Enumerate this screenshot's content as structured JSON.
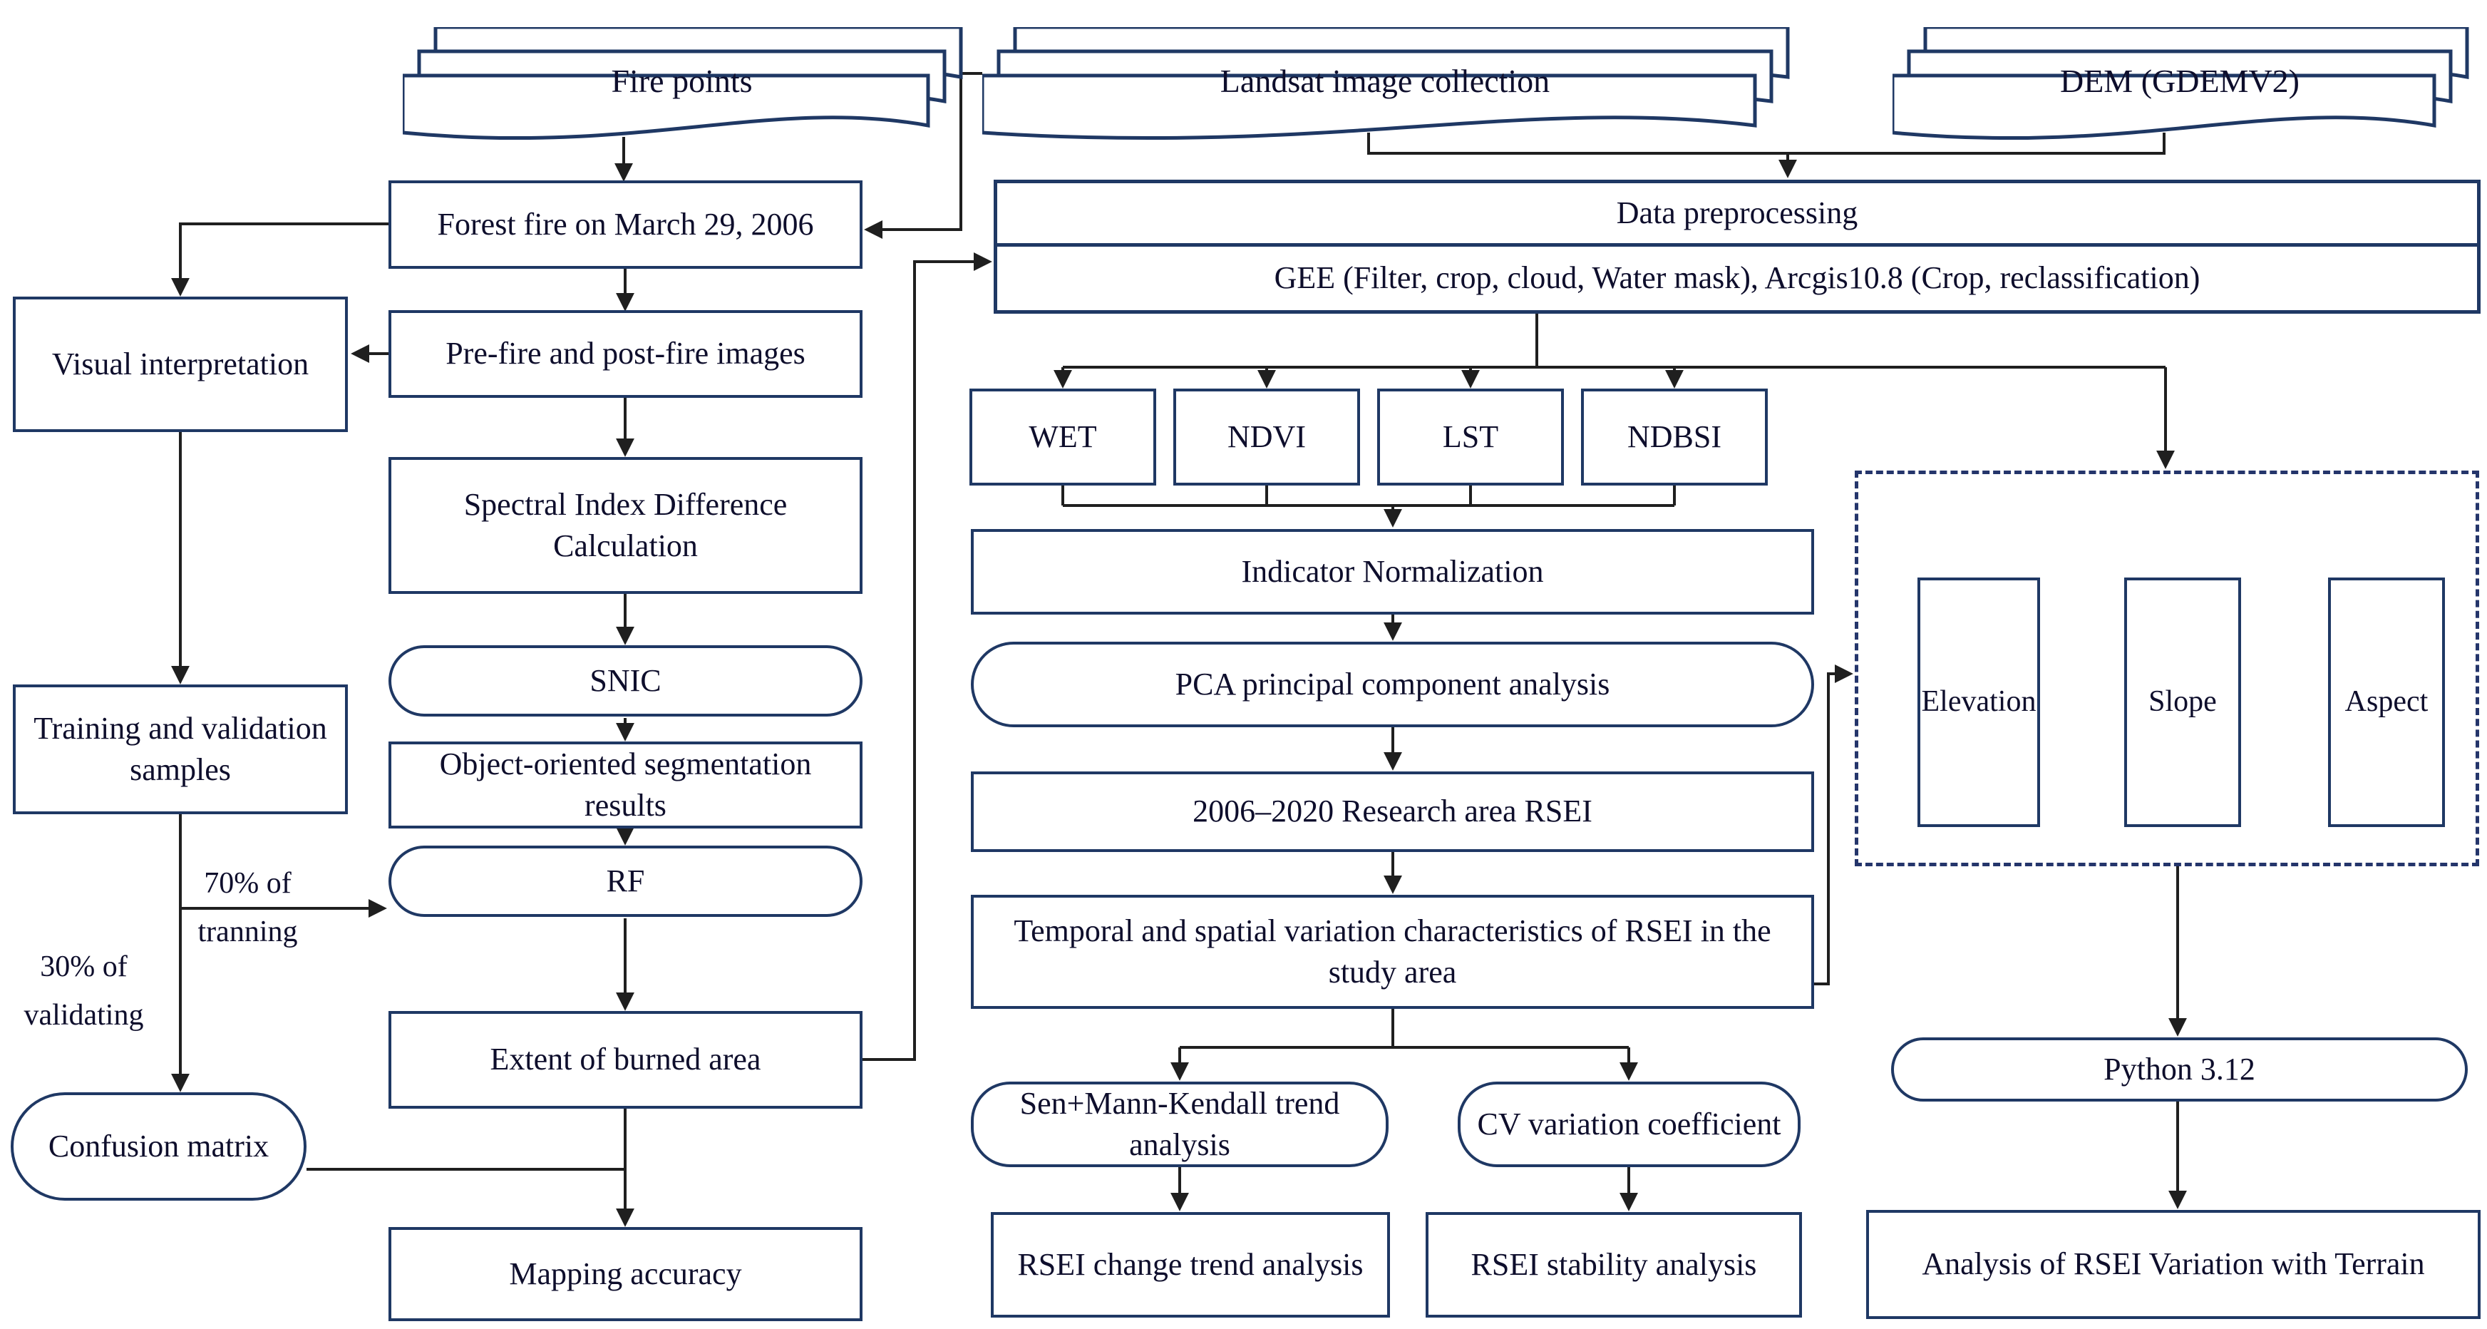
{
  "diagram": {
    "title_implicit": "RSEI forest fire research workflow",
    "colors": {
      "node_border": "#1f3864",
      "connector": "#1f1f1f",
      "text": "#0e0e2c",
      "background": "#ffffff"
    },
    "nodes": {
      "fire_points": "Fire points",
      "landsat": "Landsat image collection",
      "dem": "DEM (GDEMV2)",
      "forest_fire": "Forest fire on March 29, 2006",
      "visual_interpretation": "Visual interpretation",
      "pre_post_images": "Pre-fire and post-fire images",
      "spectral_diff": "Spectral Index Difference Calculation",
      "snic": "SNIC",
      "training_samples": "Training and validation samples",
      "object_segmentation": "Object-oriented segmentation results",
      "rf": "RF",
      "extent_burned": "Extent of burned area",
      "confusion_matrix": "Confusion matrix",
      "mapping_accuracy": "Mapping accuracy",
      "data_preprocessing_title": "Data preprocessing",
      "data_preprocessing_detail": "GEE (Filter, crop, cloud, Water mask), Arcgis10.8 (Crop, reclassification)",
      "wet": "WET",
      "ndvi": "NDVI",
      "lst": "LST",
      "ndbsi": "NDBSI",
      "indicator_normalization": "Indicator Normalization",
      "pca": "PCA principal component analysis",
      "rsei_2006_2020": "2006–2020 Research area RSEI",
      "temporal_spatial": "Temporal and spatial variation characteristics of RSEI in the study area",
      "sen_mk": "Sen+Mann-Kendall trend analysis",
      "cv": "CV variation coefficient",
      "rsei_change": "RSEI change trend analysis",
      "rsei_stability": "RSEI stability analysis",
      "elevation": "Elevation",
      "slope": "Slope",
      "aspect": "Aspect",
      "python": "Python 3.12",
      "analysis_terrain": "Analysis of RSEI Variation with Terrain"
    },
    "edge_labels": {
      "training_70": "70% of tranning",
      "validating_30": "30% of validating"
    },
    "edges": [
      {
        "from": "fire_points",
        "to": "forest_fire"
      },
      {
        "from": "landsat",
        "to": "forest_fire"
      },
      {
        "from": "landsat",
        "to": "data_preprocessing_title"
      },
      {
        "from": "dem",
        "to": "data_preprocessing_title"
      },
      {
        "from": "forest_fire",
        "to": "pre_post_images"
      },
      {
        "from": "forest_fire",
        "to": "visual_interpretation"
      },
      {
        "from": "pre_post_images",
        "to": "visual_interpretation"
      },
      {
        "from": "pre_post_images",
        "to": "spectral_diff"
      },
      {
        "from": "visual_interpretation",
        "to": "training_samples"
      },
      {
        "from": "training_samples",
        "to": "rf",
        "label": "70% of tranning"
      },
      {
        "from": "training_samples",
        "to": "confusion_matrix",
        "label": "30% of validating"
      },
      {
        "from": "spectral_diff",
        "to": "snic"
      },
      {
        "from": "snic",
        "to": "object_segmentation"
      },
      {
        "from": "object_segmentation",
        "to": "rf"
      },
      {
        "from": "rf",
        "to": "extent_burned"
      },
      {
        "from": "extent_burned",
        "to": "mapping_accuracy"
      },
      {
        "from": "confusion_matrix",
        "to": "mapping_accuracy"
      },
      {
        "from": "extent_burned",
        "to": "data_preprocessing_title"
      },
      {
        "from": "data_preprocessing_detail",
        "to": "wet"
      },
      {
        "from": "data_preprocessing_detail",
        "to": "ndvi"
      },
      {
        "from": "data_preprocessing_detail",
        "to": "lst"
      },
      {
        "from": "data_preprocessing_detail",
        "to": "ndbsi"
      },
      {
        "from": "data_preprocessing_detail",
        "to": "terrain_group"
      },
      {
        "from": "wet",
        "to": "indicator_normalization"
      },
      {
        "from": "ndvi",
        "to": "indicator_normalization"
      },
      {
        "from": "lst",
        "to": "indicator_normalization"
      },
      {
        "from": "ndbsi",
        "to": "indicator_normalization"
      },
      {
        "from": "indicator_normalization",
        "to": "pca"
      },
      {
        "from": "pca",
        "to": "rsei_2006_2020"
      },
      {
        "from": "rsei_2006_2020",
        "to": "temporal_spatial"
      },
      {
        "from": "temporal_spatial",
        "to": "sen_mk"
      },
      {
        "from": "temporal_spatial",
        "to": "cv"
      },
      {
        "from": "temporal_spatial",
        "to": "terrain_group"
      },
      {
        "from": "sen_mk",
        "to": "rsei_change"
      },
      {
        "from": "cv",
        "to": "rsei_stability"
      },
      {
        "from": "terrain_group",
        "to": "python"
      },
      {
        "from": "python",
        "to": "analysis_terrain"
      }
    ]
  }
}
